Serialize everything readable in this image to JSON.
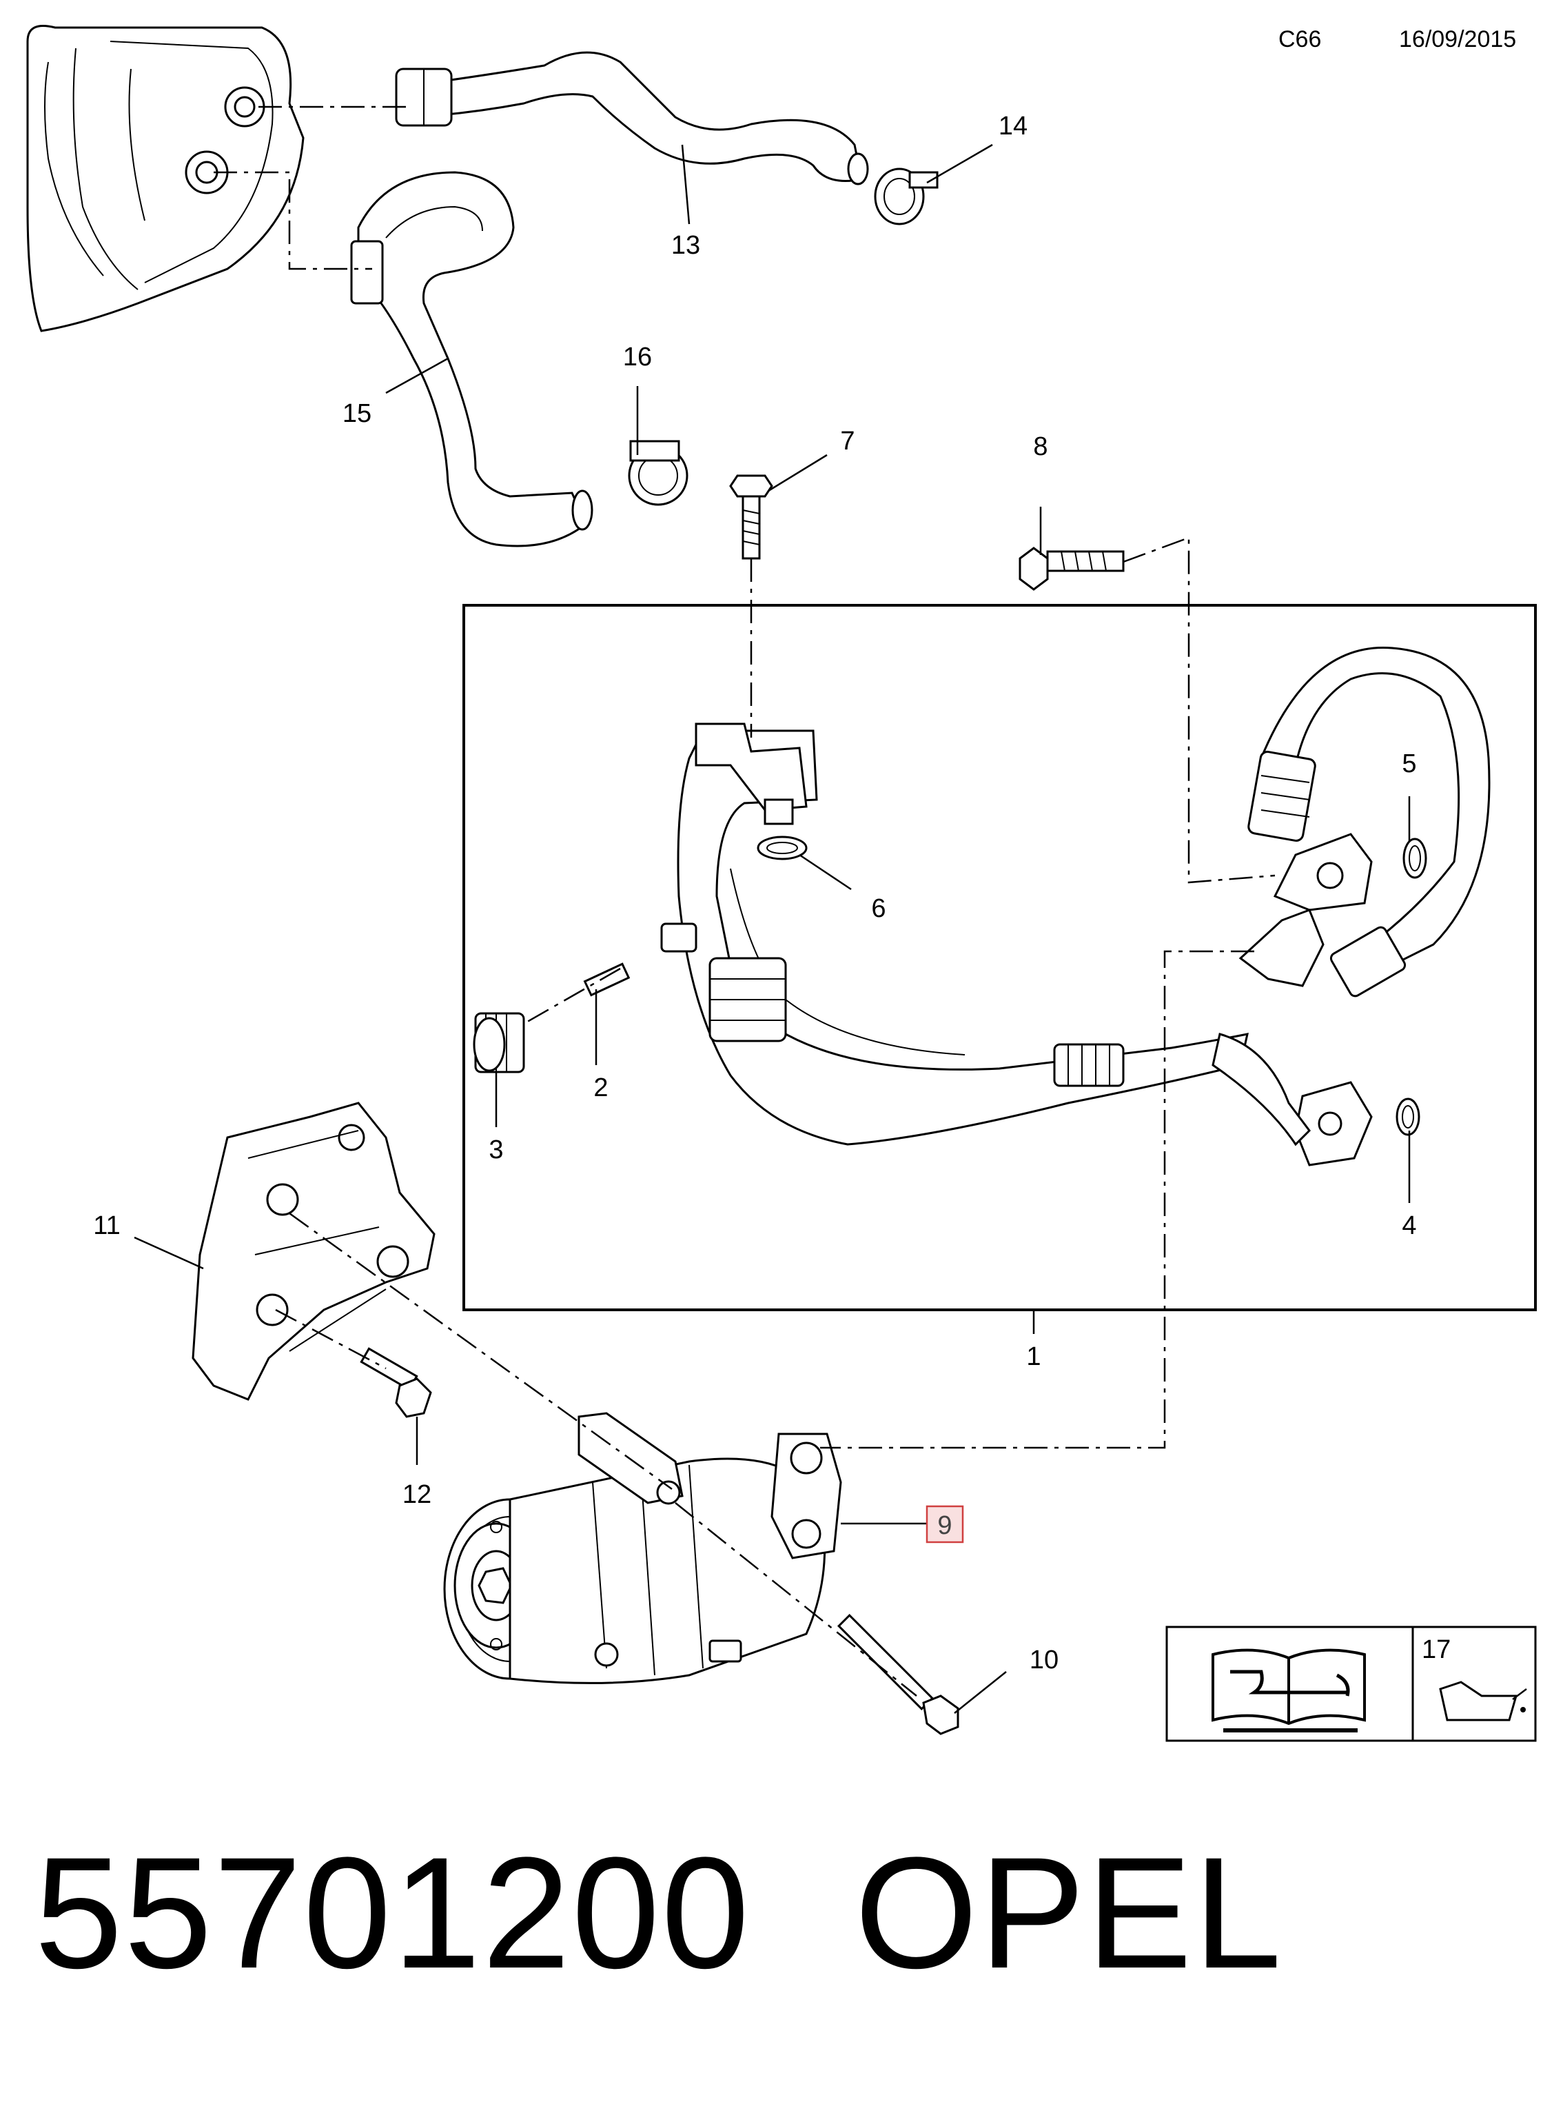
{
  "header": {
    "code": "C66",
    "date": "16/09/2015"
  },
  "callouts": {
    "c1": "1",
    "c2": "2",
    "c3": "3",
    "c4": "4",
    "c5": "5",
    "c6": "6",
    "c7": "7",
    "c8": "8",
    "c9": "9",
    "c10": "10",
    "c11": "11",
    "c12": "12",
    "c13": "13",
    "c14": "14",
    "c15": "15",
    "c16": "16",
    "c17": "17"
  },
  "highlighted_callout": "9",
  "colors": {
    "highlight_fill": "#f9e0e0",
    "highlight_stroke": "#d04040",
    "line": "#000000"
  },
  "icons": [
    "repair-manual-icon",
    "oil-can-icon"
  ],
  "footer": {
    "part_number": "55701200",
    "brand": "OPEL"
  }
}
